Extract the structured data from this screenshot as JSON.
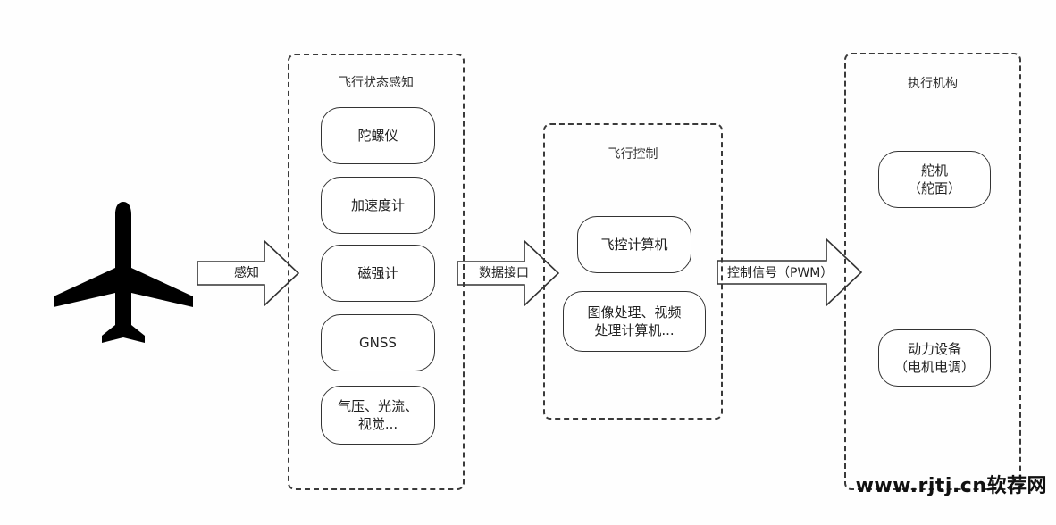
{
  "groups": {
    "sensing": {
      "title": "飞行状态感知",
      "items": [
        "陀螺仪",
        "加速度计",
        "磁强计",
        "GNSS",
        "气压、光流、",
        "视觉..."
      ]
    },
    "control": {
      "title": "飞行控制",
      "items": [
        "飞控计算机",
        "图像处理、视频",
        "处理计算机..."
      ]
    },
    "actuators": {
      "title": "执行机构",
      "items": [
        "舵机",
        "（舵面）",
        "动力设备",
        "（电机电调）"
      ]
    }
  },
  "arrows": {
    "sense": "感知",
    "data_interface": "数据接口",
    "control_signal": "控制信号（PWM）"
  },
  "icons": {
    "airplane": "airplane-icon"
  },
  "watermark": "www.rjtj.cn软荐网",
  "colors": {
    "stroke": "#333333",
    "fill": "#ffffff",
    "airplane": "#000000"
  }
}
